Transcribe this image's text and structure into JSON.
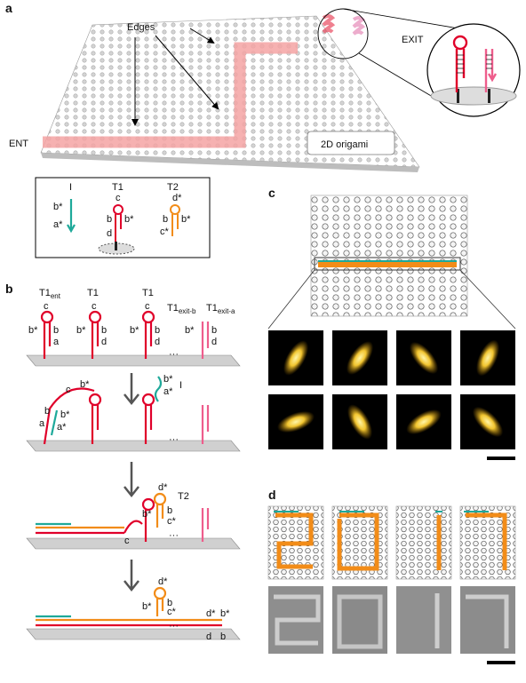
{
  "panels": {
    "a": "a",
    "b": "b",
    "c": "c",
    "d": "d"
  },
  "panel_a": {
    "edges_label": "Edges",
    "exit_label": "EXIT",
    "ent_label": "ENT",
    "origami_label": "2D origami",
    "legend": {
      "I": "I",
      "T1": "T1",
      "T2": "T2",
      "I_b": "b*",
      "I_a": "a*",
      "T1_c": "c",
      "T1_b": "b",
      "T1_bs": "b*",
      "T1_d": "d",
      "T2_ds": "d*",
      "T2_b": "b",
      "T2_bs": "b*",
      "T2_cs": "c*"
    }
  },
  "panel_b": {
    "row1_labels": [
      "T1",
      "T1",
      "T1",
      "T1",
      "T1"
    ],
    "row1_subs": [
      "ent",
      "",
      "",
      "exit-b",
      "exit-a"
    ],
    "c": "c",
    "b": "b",
    "bs": "b*",
    "a": "a",
    "d": "d",
    "as": "a*",
    "cs": "c*",
    "ds": "d*",
    "I": "I",
    "T2": "T2",
    "dots": "···"
  },
  "colors": {
    "red": "#e0002a",
    "orange": "#f28c18",
    "teal": "#1ea99a",
    "pink": "#ee5d8c",
    "path": "#f4a3a3",
    "grey": "#8a8a8a"
  }
}
